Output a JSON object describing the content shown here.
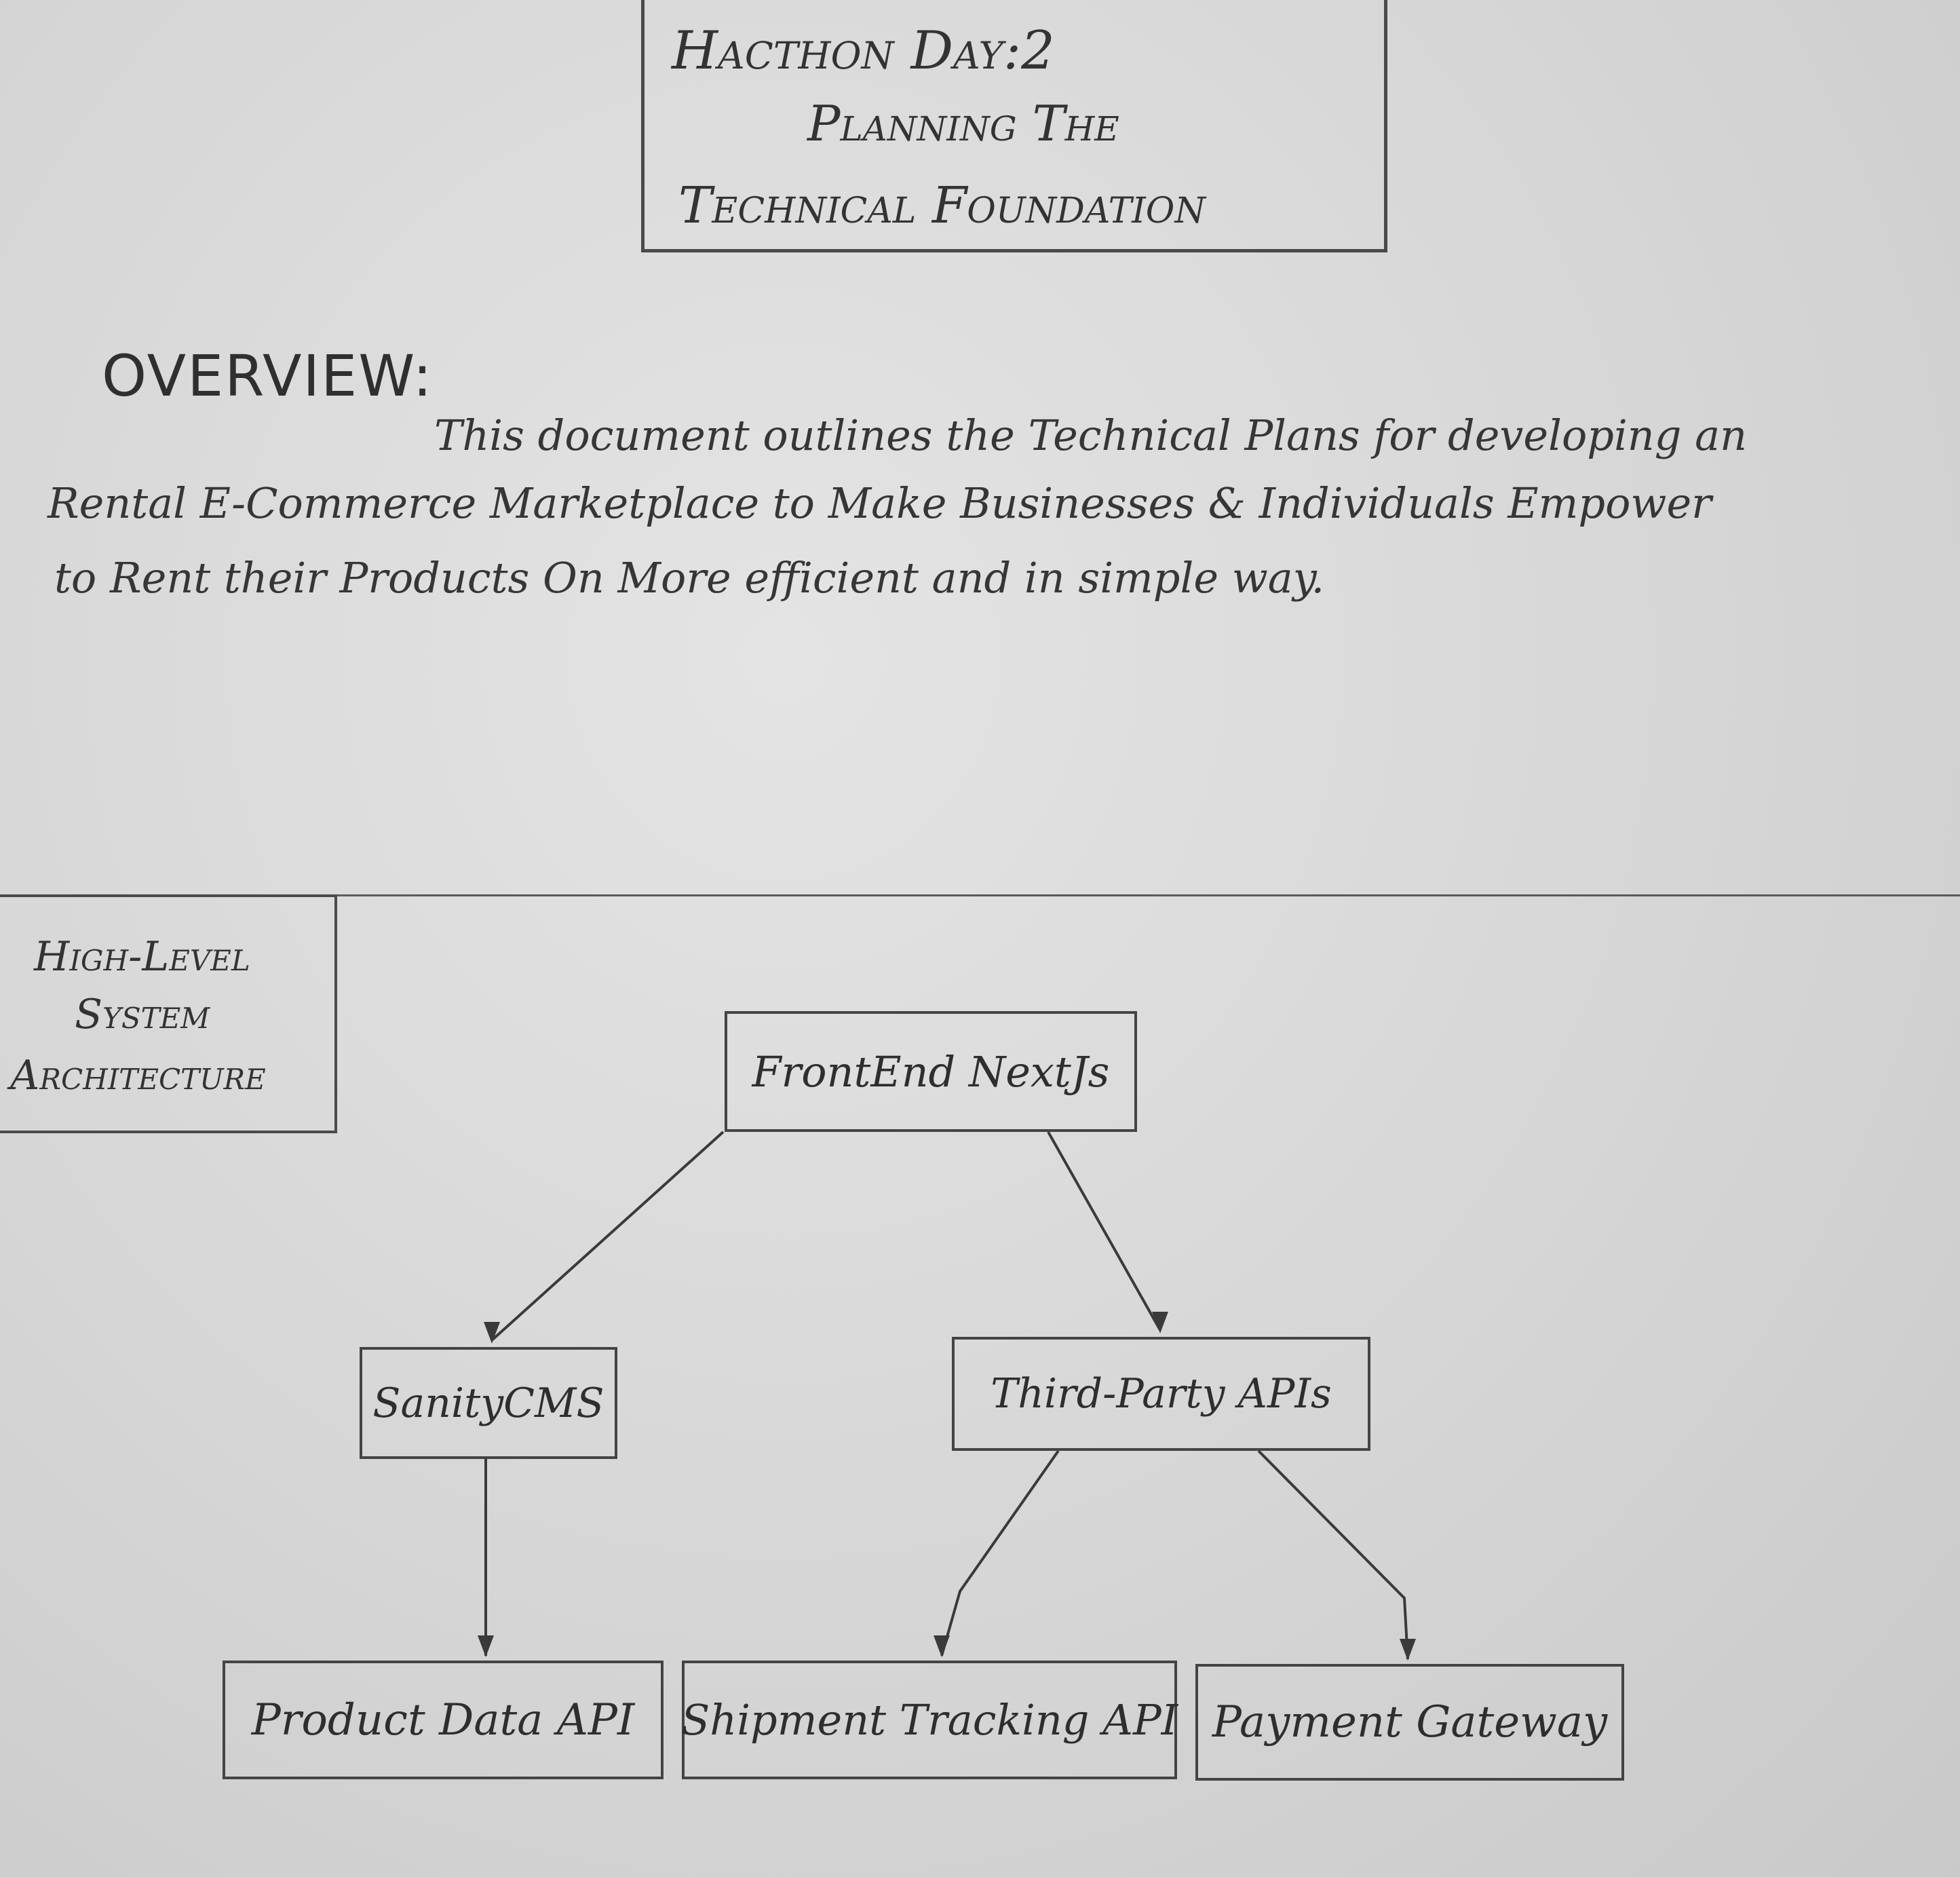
{
  "title": {
    "line1": "Hacthon Day:2",
    "line2": "Planning The",
    "line3": "Technical Foundation"
  },
  "overview": {
    "heading": "OVERVIEW:",
    "line1": "This document outlines the Technical Plans for developing an",
    "line2": "Rental E-Commerce Marketplace to Make Businesses & Individuals Empower",
    "line3": "to Rent their Products On More efficient and in simple way."
  },
  "section": {
    "line1": "High-Level",
    "line2": "System",
    "line3": "Architecture"
  },
  "diagram": {
    "nodes": {
      "frontend": "FrontEnd NextJs",
      "sanity": "SanityCMS",
      "third_party": "Third-Party APIs",
      "product_api": "Product Data API",
      "shipment_api": "Shipment Tracking API",
      "payment": "Payment Gateway"
    },
    "edges": [
      {
        "from": "frontend",
        "to": "sanity"
      },
      {
        "from": "frontend",
        "to": "third_party"
      },
      {
        "from": "sanity",
        "to": "product_api"
      },
      {
        "from": "third_party",
        "to": "shipment_api"
      },
      {
        "from": "third_party",
        "to": "payment"
      }
    ]
  }
}
